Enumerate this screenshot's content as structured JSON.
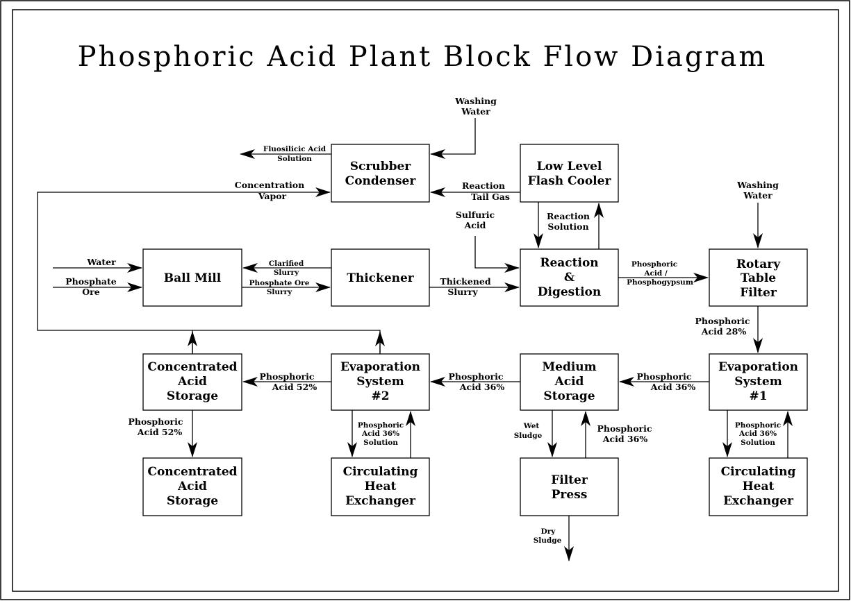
{
  "title": "Phosphoric Acid Plant Block Flow Diagram",
  "blocks": {
    "scrubber": [
      "Scrubber",
      "Condenser"
    ],
    "flash_cooler": [
      "Low Level",
      "Flash Cooler"
    ],
    "ball_mill": [
      "Ball Mill"
    ],
    "thickener": [
      "Thickener"
    ],
    "reaction": [
      "Reaction",
      "&",
      "Digestion"
    ],
    "rotary_filter": [
      "Rotary",
      "Table",
      "Filter"
    ],
    "conc_storage_1": [
      "Concentrated",
      "Acid",
      "Storage"
    ],
    "evap_2": [
      "Evaporation",
      "System",
      "#2"
    ],
    "medium_storage": [
      "Medium",
      "Acid",
      "Storage"
    ],
    "evap_1": [
      "Evaporation",
      "System",
      "#1"
    ],
    "conc_storage_2": [
      "Concentrated",
      "Acid",
      "Storage"
    ],
    "heat_exchanger_2": [
      "Circulating",
      "Heat",
      "Exchanger"
    ],
    "filter_press": [
      "Filter",
      "Press"
    ],
    "heat_exchanger_1": [
      "Circulating",
      "Heat",
      "Exchanger"
    ]
  },
  "streams": {
    "washing_water_top": [
      "Washing",
      "Water"
    ],
    "fluosilicic": [
      "Fluosilicic Acid",
      "Solution"
    ],
    "reaction_tail_gas": [
      "Reaction",
      "Tail Gas"
    ],
    "concentration_vapor": [
      "Concentration",
      "Vapor"
    ],
    "reaction_solution": [
      "Reaction",
      "Solution"
    ],
    "sulfuric_acid": [
      "Sulfuric",
      "Acid"
    ],
    "washing_water_right": [
      "Washing",
      "Water"
    ],
    "water": [
      "Water"
    ],
    "phosphate_ore": [
      "Phosphate",
      "Ore"
    ],
    "clarified_slurry": [
      "Clarified",
      "Slurry"
    ],
    "phosphate_ore_slurry": [
      "Phosphate Ore",
      "Slurry"
    ],
    "thickened_slurry": [
      "Thickened",
      "Slurry"
    ],
    "acid_phosphogypsum": [
      "Phosphoric",
      "Acid  /",
      "Phosphogypsum"
    ],
    "acid_28": [
      "Phosphoric",
      "Acid  28%"
    ],
    "acid_52_a": [
      "Phosphoric",
      "Acid  52%"
    ],
    "acid_36_a": [
      "Phosphoric",
      "Acid  36%"
    ],
    "acid_36_b": [
      "Phosphoric",
      "Acid  36%"
    ],
    "acid_52_b": [
      "Phosphoric",
      "Acid  52%"
    ],
    "acid_36_sol_2": [
      "Phosphoric",
      "Acid  36%",
      "Solution"
    ],
    "wet_sludge": [
      "Wet",
      "Sludge"
    ],
    "acid_36_c": [
      "Phosphoric",
      "Acid  36%"
    ],
    "acid_36_sol_1": [
      "Phosphoric",
      "Acid  36%",
      "Solution"
    ],
    "dry_sludge": [
      "Dry",
      "Sludge"
    ]
  }
}
